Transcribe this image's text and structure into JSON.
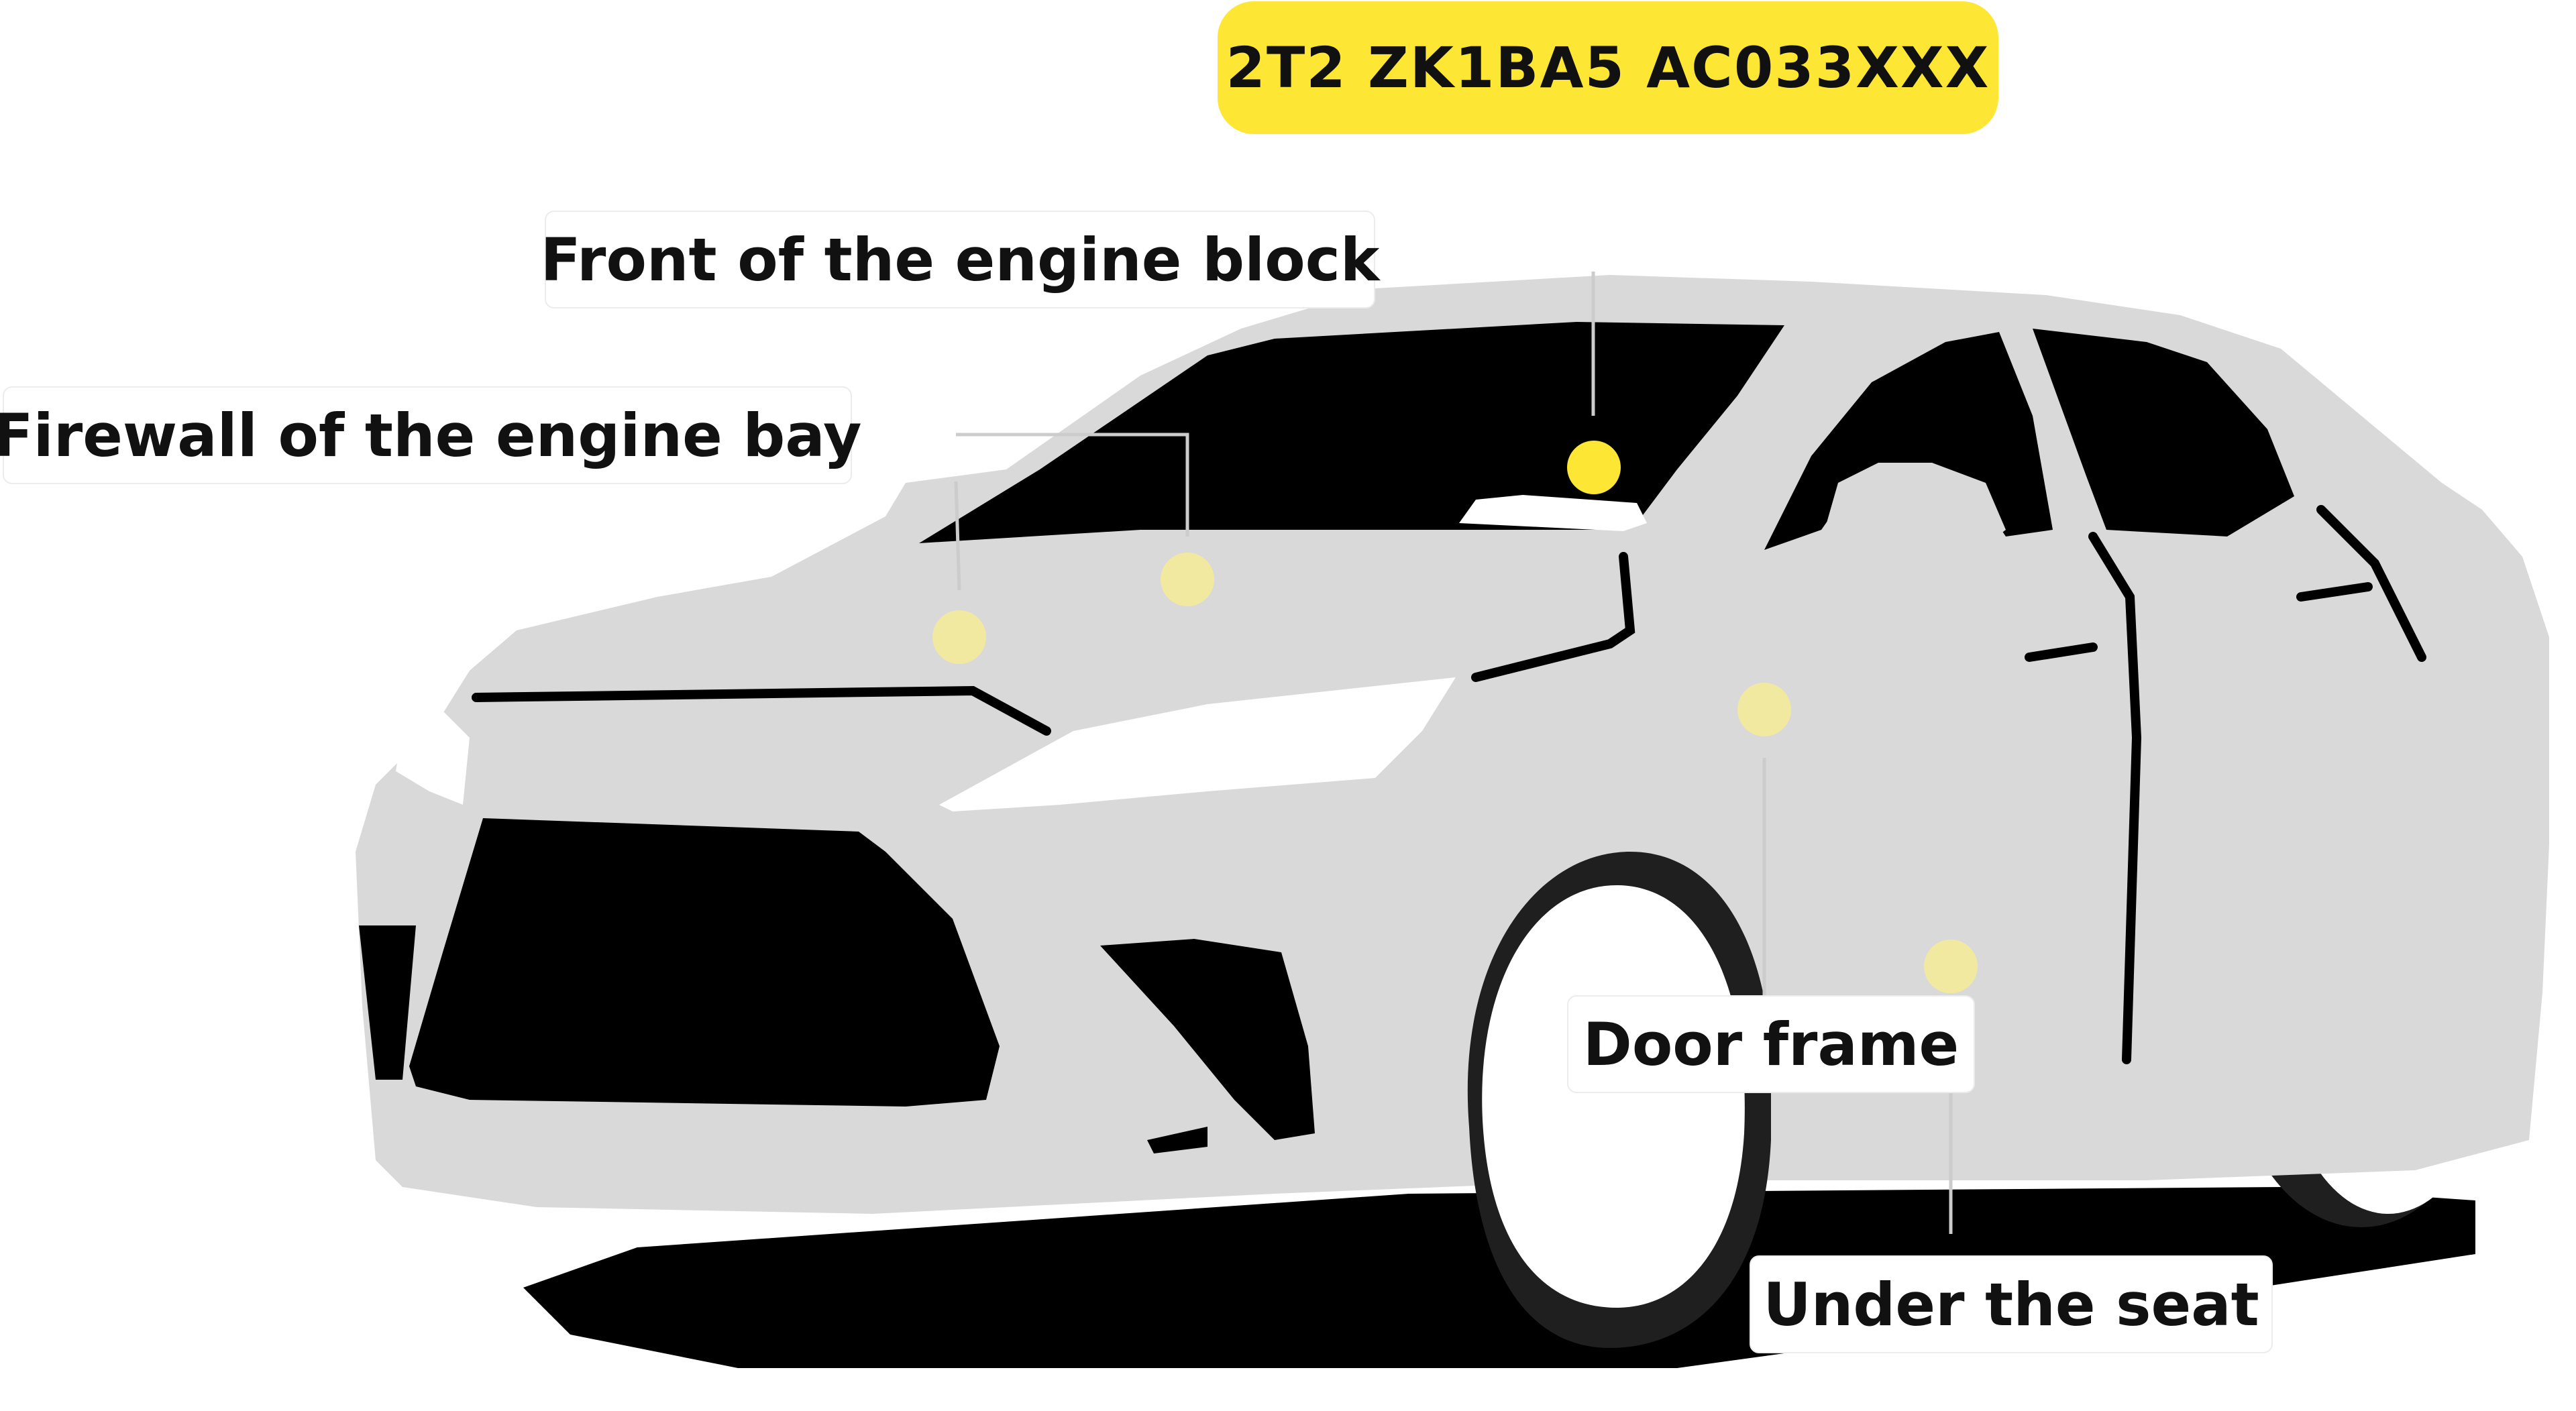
{
  "vin": {
    "text": "2T2 ZK1BA5 AC033XXX",
    "color": "#fde634"
  },
  "locations": [
    {
      "id": "front-engine-block",
      "label": "Front of the engine block"
    },
    {
      "id": "firewall",
      "label": "Firewall of the engine bay"
    },
    {
      "id": "door-frame",
      "label": "Door frame"
    },
    {
      "id": "under-seat",
      "label": "Under the seat"
    }
  ],
  "colors": {
    "car_body": "#d9d9d9",
    "car_dark": "#000000",
    "tire": "#1f1f1f",
    "marker": "#fde634",
    "marker_faded": "#f2e9a0",
    "leader_line": "#cccccc"
  }
}
